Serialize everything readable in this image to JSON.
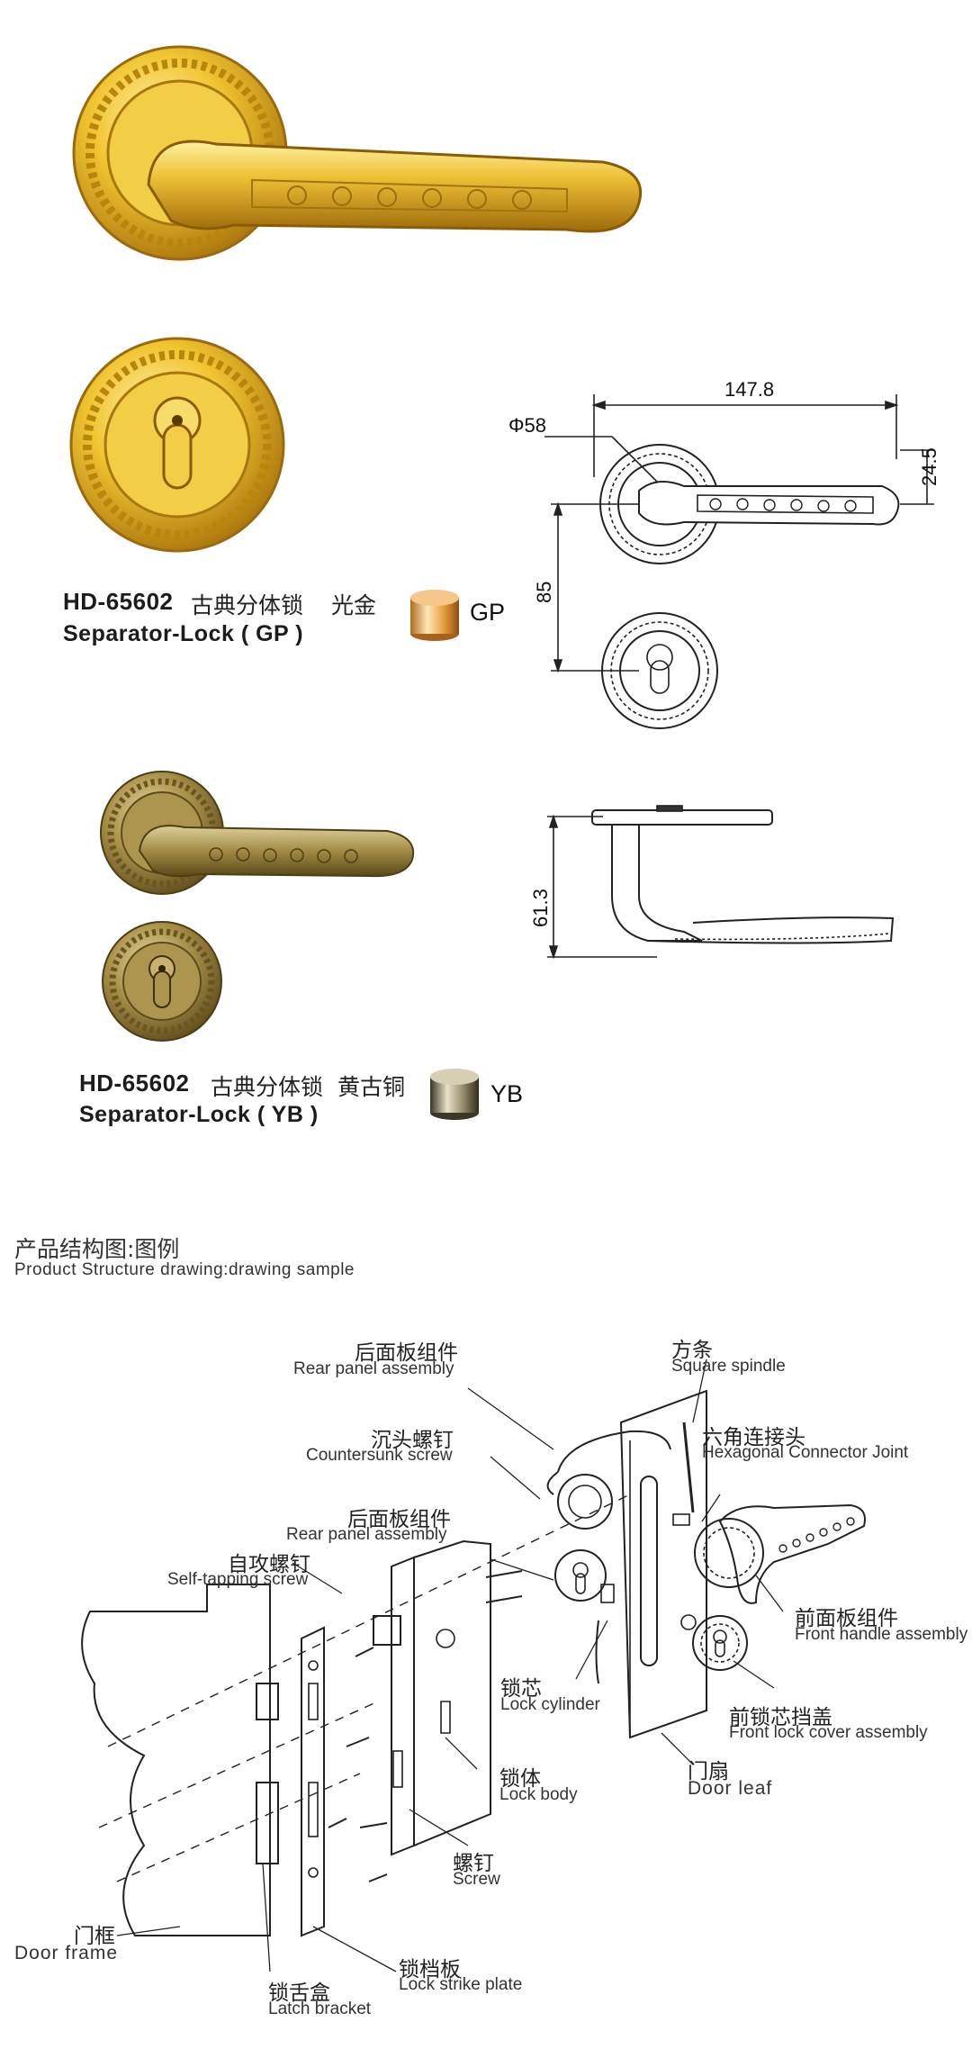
{
  "products": [
    {
      "model": "HD-65602",
      "name_cn": "古典分体锁",
      "finish_cn": "光金",
      "name_en": "Separator-Lock ( GP )",
      "finish_code": "GP",
      "color": "#e8b923"
    },
    {
      "model": "HD-65602",
      "name_cn": "古典分体锁",
      "finish_cn": "黄古铜",
      "name_en": "Separator-Lock ( YB )",
      "finish_code": "YB",
      "color": "#a08a45"
    }
  ],
  "dimensions": {
    "width": "147.8",
    "diameter": "Φ58",
    "height": "24.5",
    "spacing": "85",
    "depth": "61.3"
  },
  "section": {
    "title_cn": "产品结构图:图例",
    "title_en": "Product Structure drawing:drawing sample"
  },
  "parts": [
    {
      "cn": "后面板组件",
      "en": "Rear panel assembly"
    },
    {
      "cn": "沉头螺钉",
      "en": "Countersunk screw"
    },
    {
      "cn": "后面板组件",
      "en": "Rear panel assembly"
    },
    {
      "cn": "自攻螺钉",
      "en": "Self-tapping screw"
    },
    {
      "cn": "方条",
      "en": "Square spindle"
    },
    {
      "cn": "六角连接头",
      "en": "Hexagonal Connector Joint"
    },
    {
      "cn": "前面板组件",
      "en": "Front handle assembly"
    },
    {
      "cn": "锁芯",
      "en": "Lock cylinder"
    },
    {
      "cn": "前锁芯挡盖",
      "en": "Front lock cover assembly"
    },
    {
      "cn": "锁体",
      "en": "Lock body"
    },
    {
      "cn": "门扇",
      "en": "Door leaf"
    },
    {
      "cn": "螺钉",
      "en": "Screw"
    },
    {
      "cn": "门框",
      "en": "Door frame"
    },
    {
      "cn": "锁舌盒",
      "en": "Latch bracket"
    },
    {
      "cn": "锁档板",
      "en": "Lock strike plate"
    }
  ]
}
